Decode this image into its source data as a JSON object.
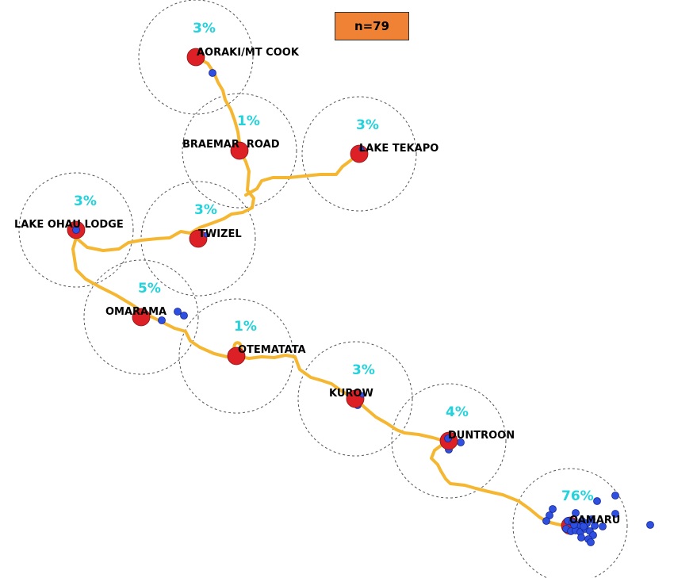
{
  "sample_size_label": "n=79",
  "colors": {
    "route": "#f5b731",
    "town": "#dd1f26",
    "response_dot": "#2e4fe0",
    "percent_text": "#22d3dc",
    "sample_box": "#f08236"
  },
  "locations": [
    {
      "id": "aoraki",
      "name": "AORAKI/MT COOK",
      "percent": "3%"
    },
    {
      "id": "braemar",
      "name": "BRAEMAR  ROAD",
      "percent": "1%"
    },
    {
      "id": "tekapo",
      "name": "LAKE TEKAPO",
      "percent": "3%"
    },
    {
      "id": "ohau",
      "name": "LAKE OHAU LODGE",
      "percent": "3%"
    },
    {
      "id": "twizel",
      "name": "TWIZEL",
      "percent": "3%"
    },
    {
      "id": "omarama",
      "name": "OMARAMA",
      "percent": "5%"
    },
    {
      "id": "otematata",
      "name": "OTEMATATA",
      "percent": "1%"
    },
    {
      "id": "kurow",
      "name": "KUROW",
      "percent": "3%"
    },
    {
      "id": "duntroon",
      "name": "DUNTROON",
      "percent": "4%"
    },
    {
      "id": "oamaru",
      "name": "OAMARU",
      "percent": "76%"
    }
  ]
}
